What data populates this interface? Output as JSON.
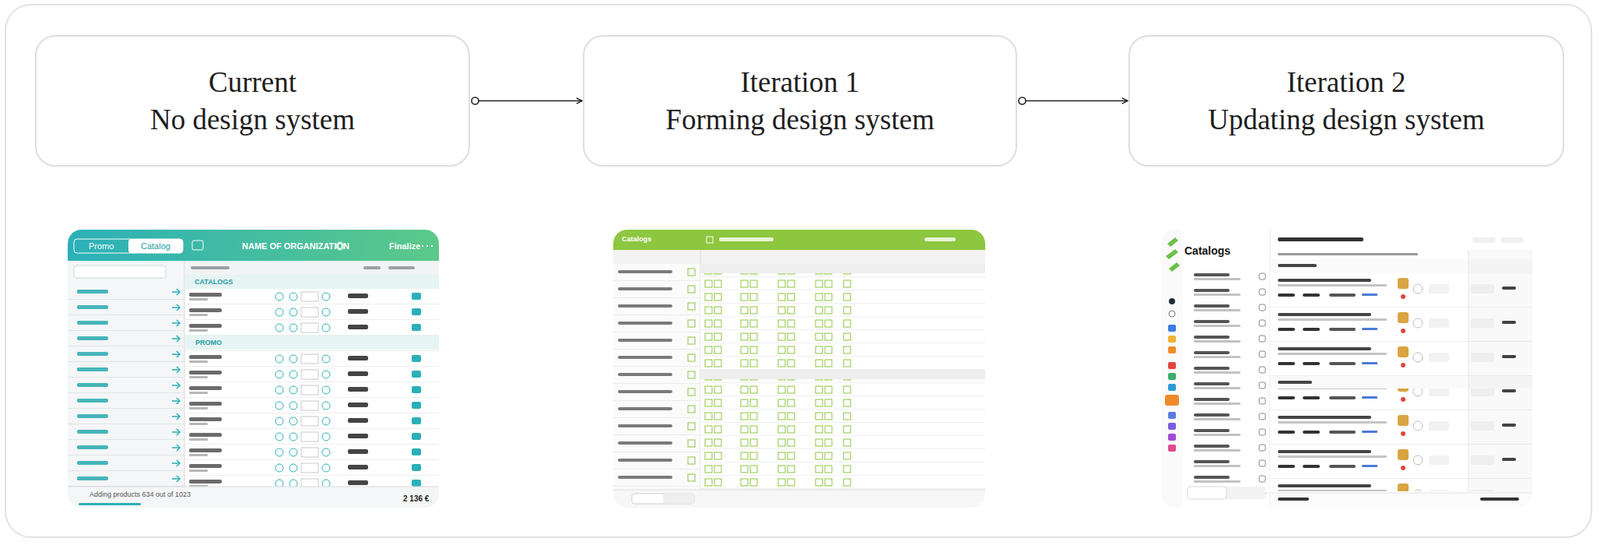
{
  "diagram": {
    "nodes": [
      {
        "text": [
          "Current",
          "No design system"
        ]
      },
      {
        "text": [
          "Iteration 1",
          "Forming design system"
        ]
      },
      {
        "text": [
          "Iteration 2",
          "Updating design system"
        ]
      }
    ],
    "edges": [
      {
        "from": 0,
        "to": 1,
        "arrow": "to"
      },
      {
        "from": 1,
        "to": 2,
        "arrow": "to"
      }
    ],
    "labels": [
      "Promo",
      "Catalog",
      "NAME OF ORGANIZATION",
      "Finalize",
      "CATALOGS",
      "PROMO",
      "Adding products 634 out of 1023",
      "2 136 €",
      "Catalogs",
      "Catalogs"
    ]
  }
}
